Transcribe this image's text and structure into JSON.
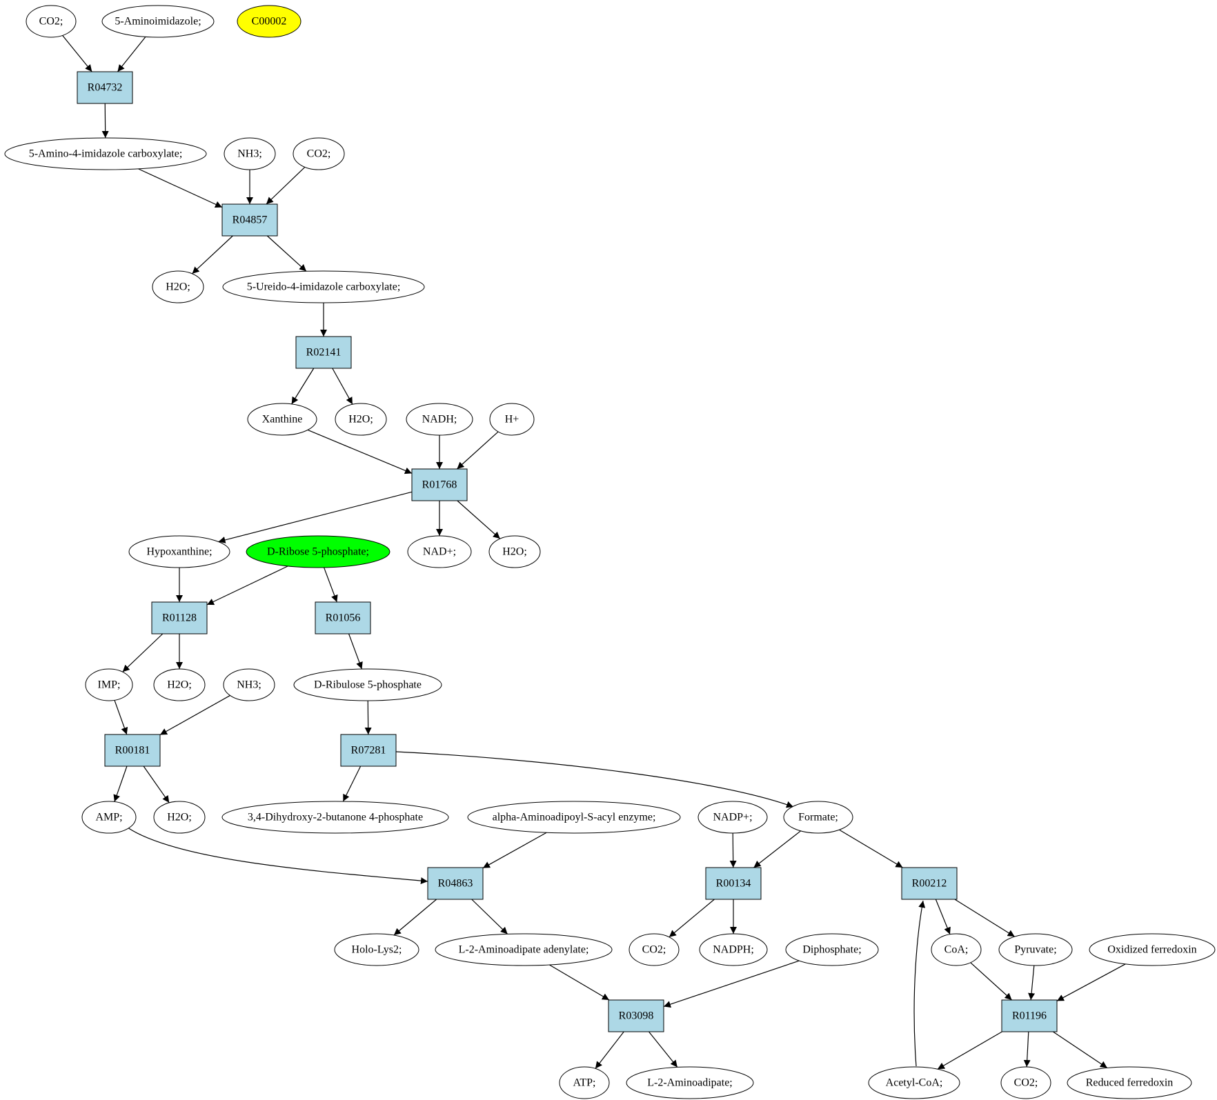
{
  "colors": {
    "reaction_fill": "#add8e6",
    "compound_fill": "#ffffff",
    "highlight_yellow": "#ffff00",
    "highlight_green": "#00ff00",
    "stroke": "#000000"
  },
  "reactions": [
    {
      "id": "R04732",
      "label": "R04732"
    },
    {
      "id": "R04857",
      "label": "R04857"
    },
    {
      "id": "R02141",
      "label": "R02141"
    },
    {
      "id": "R01768",
      "label": "R01768"
    },
    {
      "id": "R01128",
      "label": "R01128"
    },
    {
      "id": "R01056",
      "label": "R01056"
    },
    {
      "id": "R00181",
      "label": "R00181"
    },
    {
      "id": "R07281",
      "label": "R07281"
    },
    {
      "id": "R04863",
      "label": "R04863"
    },
    {
      "id": "R00134",
      "label": "R00134"
    },
    {
      "id": "R00212",
      "label": "R00212"
    },
    {
      "id": "R03098",
      "label": "R03098"
    },
    {
      "id": "R01196",
      "label": "R01196"
    }
  ],
  "compounds": [
    {
      "id": "co2_a",
      "label": "CO2;"
    },
    {
      "id": "aminoimidazole",
      "label": "5-Aminoimidazole;"
    },
    {
      "id": "c00002",
      "label": "C00002",
      "highlight": "yellow"
    },
    {
      "id": "amino_imidazole_carboxylate",
      "label": "5-Amino-4-imidazole carboxylate;"
    },
    {
      "id": "nh3_a",
      "label": "NH3;"
    },
    {
      "id": "co2_b",
      "label": "CO2;"
    },
    {
      "id": "h2o_a",
      "label": "H2O;"
    },
    {
      "id": "ureido",
      "label": "5-Ureido-4-imidazole carboxylate;"
    },
    {
      "id": "xanthine",
      "label": "Xanthine"
    },
    {
      "id": "h2o_b",
      "label": "H2O;"
    },
    {
      "id": "nadh",
      "label": "NADH;"
    },
    {
      "id": "hplus",
      "label": "H+"
    },
    {
      "id": "hypoxanthine",
      "label": "Hypoxanthine;"
    },
    {
      "id": "ribose5p",
      "label": "D-Ribose 5-phosphate;",
      "highlight": "green"
    },
    {
      "id": "nadplus",
      "label": "NAD+;"
    },
    {
      "id": "h2o_c",
      "label": "H2O;"
    },
    {
      "id": "imp",
      "label": "IMP;"
    },
    {
      "id": "h2o_d",
      "label": "H2O;"
    },
    {
      "id": "nh3_b",
      "label": "NH3;"
    },
    {
      "id": "ribulose5p",
      "label": "D-Ribulose 5-phosphate"
    },
    {
      "id": "amp",
      "label": "AMP;"
    },
    {
      "id": "h2o_e",
      "label": "H2O;"
    },
    {
      "id": "dihydroxy",
      "label": "3,4-Dihydroxy-2-butanone 4-phosphate"
    },
    {
      "id": "alpha_amino",
      "label": "alpha-Aminoadipoyl-S-acyl enzyme;"
    },
    {
      "id": "nadpplus",
      "label": "NADP+;"
    },
    {
      "id": "formate",
      "label": "Formate;"
    },
    {
      "id": "holo_lys2",
      "label": "Holo-Lys2;"
    },
    {
      "id": "l2_adenylate",
      "label": "L-2-Aminoadipate adenylate;"
    },
    {
      "id": "co2_c",
      "label": "CO2;"
    },
    {
      "id": "nadph",
      "label": "NADPH;"
    },
    {
      "id": "diphosphate",
      "label": "Diphosphate;"
    },
    {
      "id": "coa",
      "label": "CoA;"
    },
    {
      "id": "pyruvate",
      "label": "Pyruvate;"
    },
    {
      "id": "ox_ferredoxin",
      "label": "Oxidized ferredoxin"
    },
    {
      "id": "atp",
      "label": "ATP;"
    },
    {
      "id": "l2_aminoadipate",
      "label": "L-2-Aminoadipate;"
    },
    {
      "id": "acetyl_coa",
      "label": "Acetyl-CoA;"
    },
    {
      "id": "co2_d",
      "label": "CO2;"
    },
    {
      "id": "red_ferredoxin",
      "label": "Reduced ferredoxin"
    }
  ],
  "edges": [
    {
      "from": "co2_a",
      "to": "R04732"
    },
    {
      "from": "aminoimidazole",
      "to": "R04732"
    },
    {
      "from": "R04732",
      "to": "amino_imidazole_carboxylate"
    },
    {
      "from": "amino_imidazole_carboxylate",
      "to": "R04857"
    },
    {
      "from": "nh3_a",
      "to": "R04857"
    },
    {
      "from": "co2_b",
      "to": "R04857"
    },
    {
      "from": "R04857",
      "to": "h2o_a"
    },
    {
      "from": "R04857",
      "to": "ureido"
    },
    {
      "from": "ureido",
      "to": "R02141"
    },
    {
      "from": "R02141",
      "to": "xanthine"
    },
    {
      "from": "R02141",
      "to": "h2o_b"
    },
    {
      "from": "xanthine",
      "to": "R01768"
    },
    {
      "from": "nadh",
      "to": "R01768"
    },
    {
      "from": "hplus",
      "to": "R01768"
    },
    {
      "from": "R01768",
      "to": "hypoxanthine"
    },
    {
      "from": "R01768",
      "to": "nadplus"
    },
    {
      "from": "R01768",
      "to": "h2o_c"
    },
    {
      "from": "hypoxanthine",
      "to": "R01128"
    },
    {
      "from": "ribose5p",
      "to": "R01128"
    },
    {
      "from": "ribose5p",
      "to": "R01056"
    },
    {
      "from": "R01128",
      "to": "imp"
    },
    {
      "from": "R01128",
      "to": "h2o_d"
    },
    {
      "from": "R01056",
      "to": "ribulose5p"
    },
    {
      "from": "imp",
      "to": "R00181"
    },
    {
      "from": "nh3_b",
      "to": "R00181"
    },
    {
      "from": "ribulose5p",
      "to": "R07281"
    },
    {
      "from": "R00181",
      "to": "amp"
    },
    {
      "from": "R00181",
      "to": "h2o_e"
    },
    {
      "from": "R07281",
      "to": "dihydroxy"
    },
    {
      "from": "R07281",
      "to": "formate"
    },
    {
      "from": "amp",
      "to": "R04863"
    },
    {
      "from": "alpha_amino",
      "to": "R04863"
    },
    {
      "from": "nadpplus",
      "to": "R00134"
    },
    {
      "from": "formate",
      "to": "R00134"
    },
    {
      "from": "formate",
      "to": "R00212"
    },
    {
      "from": "R04863",
      "to": "holo_lys2"
    },
    {
      "from": "R04863",
      "to": "l2_adenylate"
    },
    {
      "from": "R00134",
      "to": "co2_c"
    },
    {
      "from": "R00134",
      "to": "nadph"
    },
    {
      "from": "R00212",
      "to": "coa"
    },
    {
      "from": "R00212",
      "to": "pyruvate"
    },
    {
      "from": "l2_adenylate",
      "to": "R03098"
    },
    {
      "from": "diphosphate",
      "to": "R03098"
    },
    {
      "from": "coa",
      "to": "R01196"
    },
    {
      "from": "pyruvate",
      "to": "R01196"
    },
    {
      "from": "ox_ferredoxin",
      "to": "R01196"
    },
    {
      "from": "R03098",
      "to": "atp"
    },
    {
      "from": "R03098",
      "to": "l2_aminoadipate"
    },
    {
      "from": "R01196",
      "to": "acetyl_coa"
    },
    {
      "from": "R01196",
      "to": "co2_d"
    },
    {
      "from": "R01196",
      "to": "red_ferredoxin"
    },
    {
      "from": "acetyl_coa",
      "to": "R00212"
    }
  ]
}
